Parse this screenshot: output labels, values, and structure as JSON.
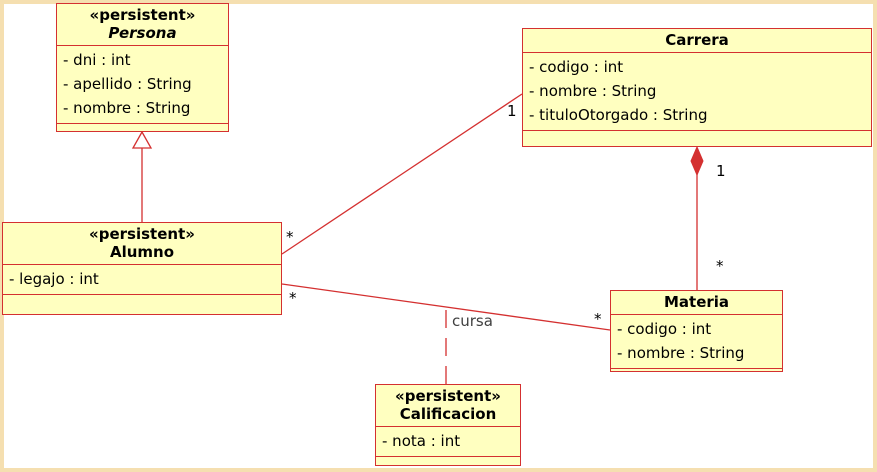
{
  "classes": {
    "persona": {
      "stereotype": "«persistent»",
      "name": "Persona",
      "attributes": [
        "- dni : int",
        "- apellido : String",
        "- nombre : String"
      ]
    },
    "carrera": {
      "name": "Carrera",
      "attributes": [
        "- codigo : int",
        "- nombre : String",
        "- tituloOtorgado : String"
      ]
    },
    "alumno": {
      "stereotype": "«persistent»",
      "name": "Alumno",
      "attributes": [
        "- legajo : int"
      ]
    },
    "materia": {
      "name": "Materia",
      "attributes": [
        "- codigo : int",
        "- nombre : String"
      ]
    },
    "calificacion": {
      "stereotype": "«persistent»",
      "name": "Calificacion",
      "attributes": [
        "- nota : int"
      ]
    }
  },
  "associations": {
    "alumno_carrera": {
      "carrera_end": "1",
      "alumno_end": "*"
    },
    "carrera_materia": {
      "carrera_end": "1",
      "materia_end": "*"
    },
    "alumno_materia": {
      "label": "cursa",
      "alumno_end": "*",
      "materia_end": "*"
    }
  },
  "colors": {
    "border": "#d43030",
    "fill": "#ffffc0",
    "frame": "#f5dfb0"
  }
}
